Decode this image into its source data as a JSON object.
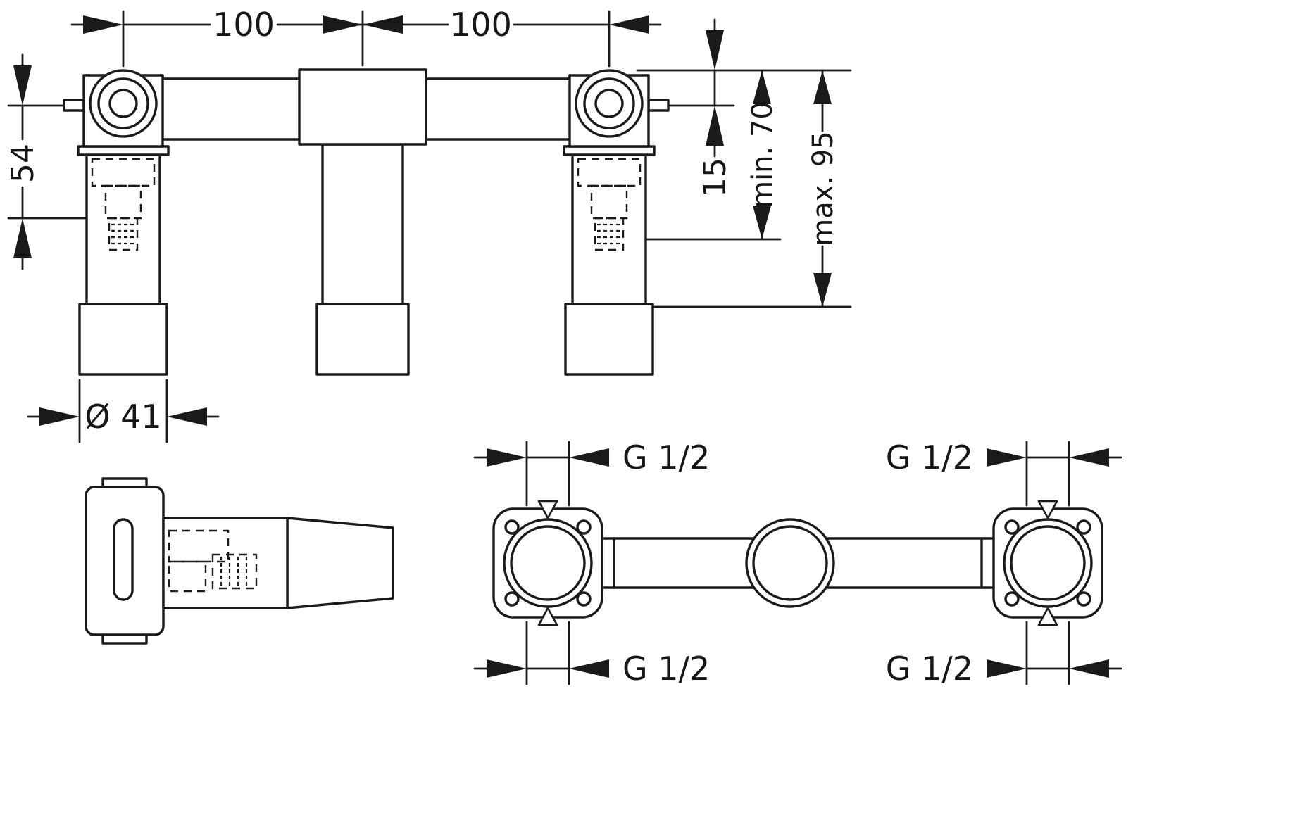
{
  "colors": {
    "line": "#1a1a1a",
    "background": "#ffffff"
  },
  "front_view": {
    "dim_spacing_left": "100",
    "dim_spacing_right": "100",
    "dim_pin_height": "54",
    "dim_pin_depth": "15",
    "dim_depth_min": "min. 70",
    "dim_depth_max": "max. 95",
    "dim_outlet_diameter": "Ø 41"
  },
  "connection_view": {
    "thread_top_left": "G 1/2",
    "thread_top_right": "G 1/2",
    "thread_bottom_left": "G 1/2",
    "thread_bottom_right": "G 1/2"
  }
}
